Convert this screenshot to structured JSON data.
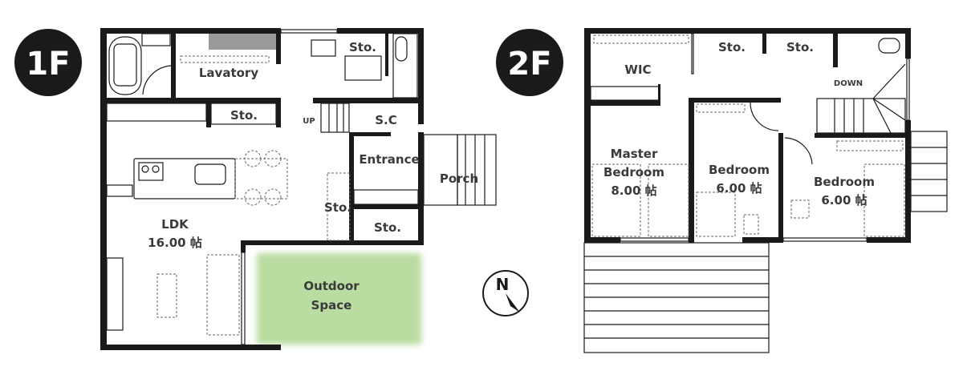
{
  "floor1": {
    "badge": "1F",
    "rooms": {
      "lavatory": "Lavatory",
      "sto_top": "Sto.",
      "sto_mid": "Sto.",
      "up": "UP",
      "sc": "S.C",
      "entrance": "Entrance",
      "porch": "Porch",
      "sto_closet": "Sto.",
      "sto_bottom": "Sto.",
      "ldk": "LDK",
      "ldk_size": "16.00 帖",
      "outdoor_line1": "Outdoor",
      "outdoor_line2": "Space"
    },
    "outdoor_color": "#b9dca0"
  },
  "floor2": {
    "badge": "2F",
    "rooms": {
      "wic": "WIC",
      "sto_left": "Sto.",
      "sto_right": "Sto.",
      "down": "DOWN",
      "master_line1": "Master",
      "master_line2": "Bedroom",
      "master_size": "8.00 帖",
      "bed2": "Bedroom",
      "bed2_size": "6.00 帖",
      "bed3": "Bedroom",
      "bed3_size": "6.00 帖"
    }
  },
  "compass": {
    "label": "N"
  }
}
